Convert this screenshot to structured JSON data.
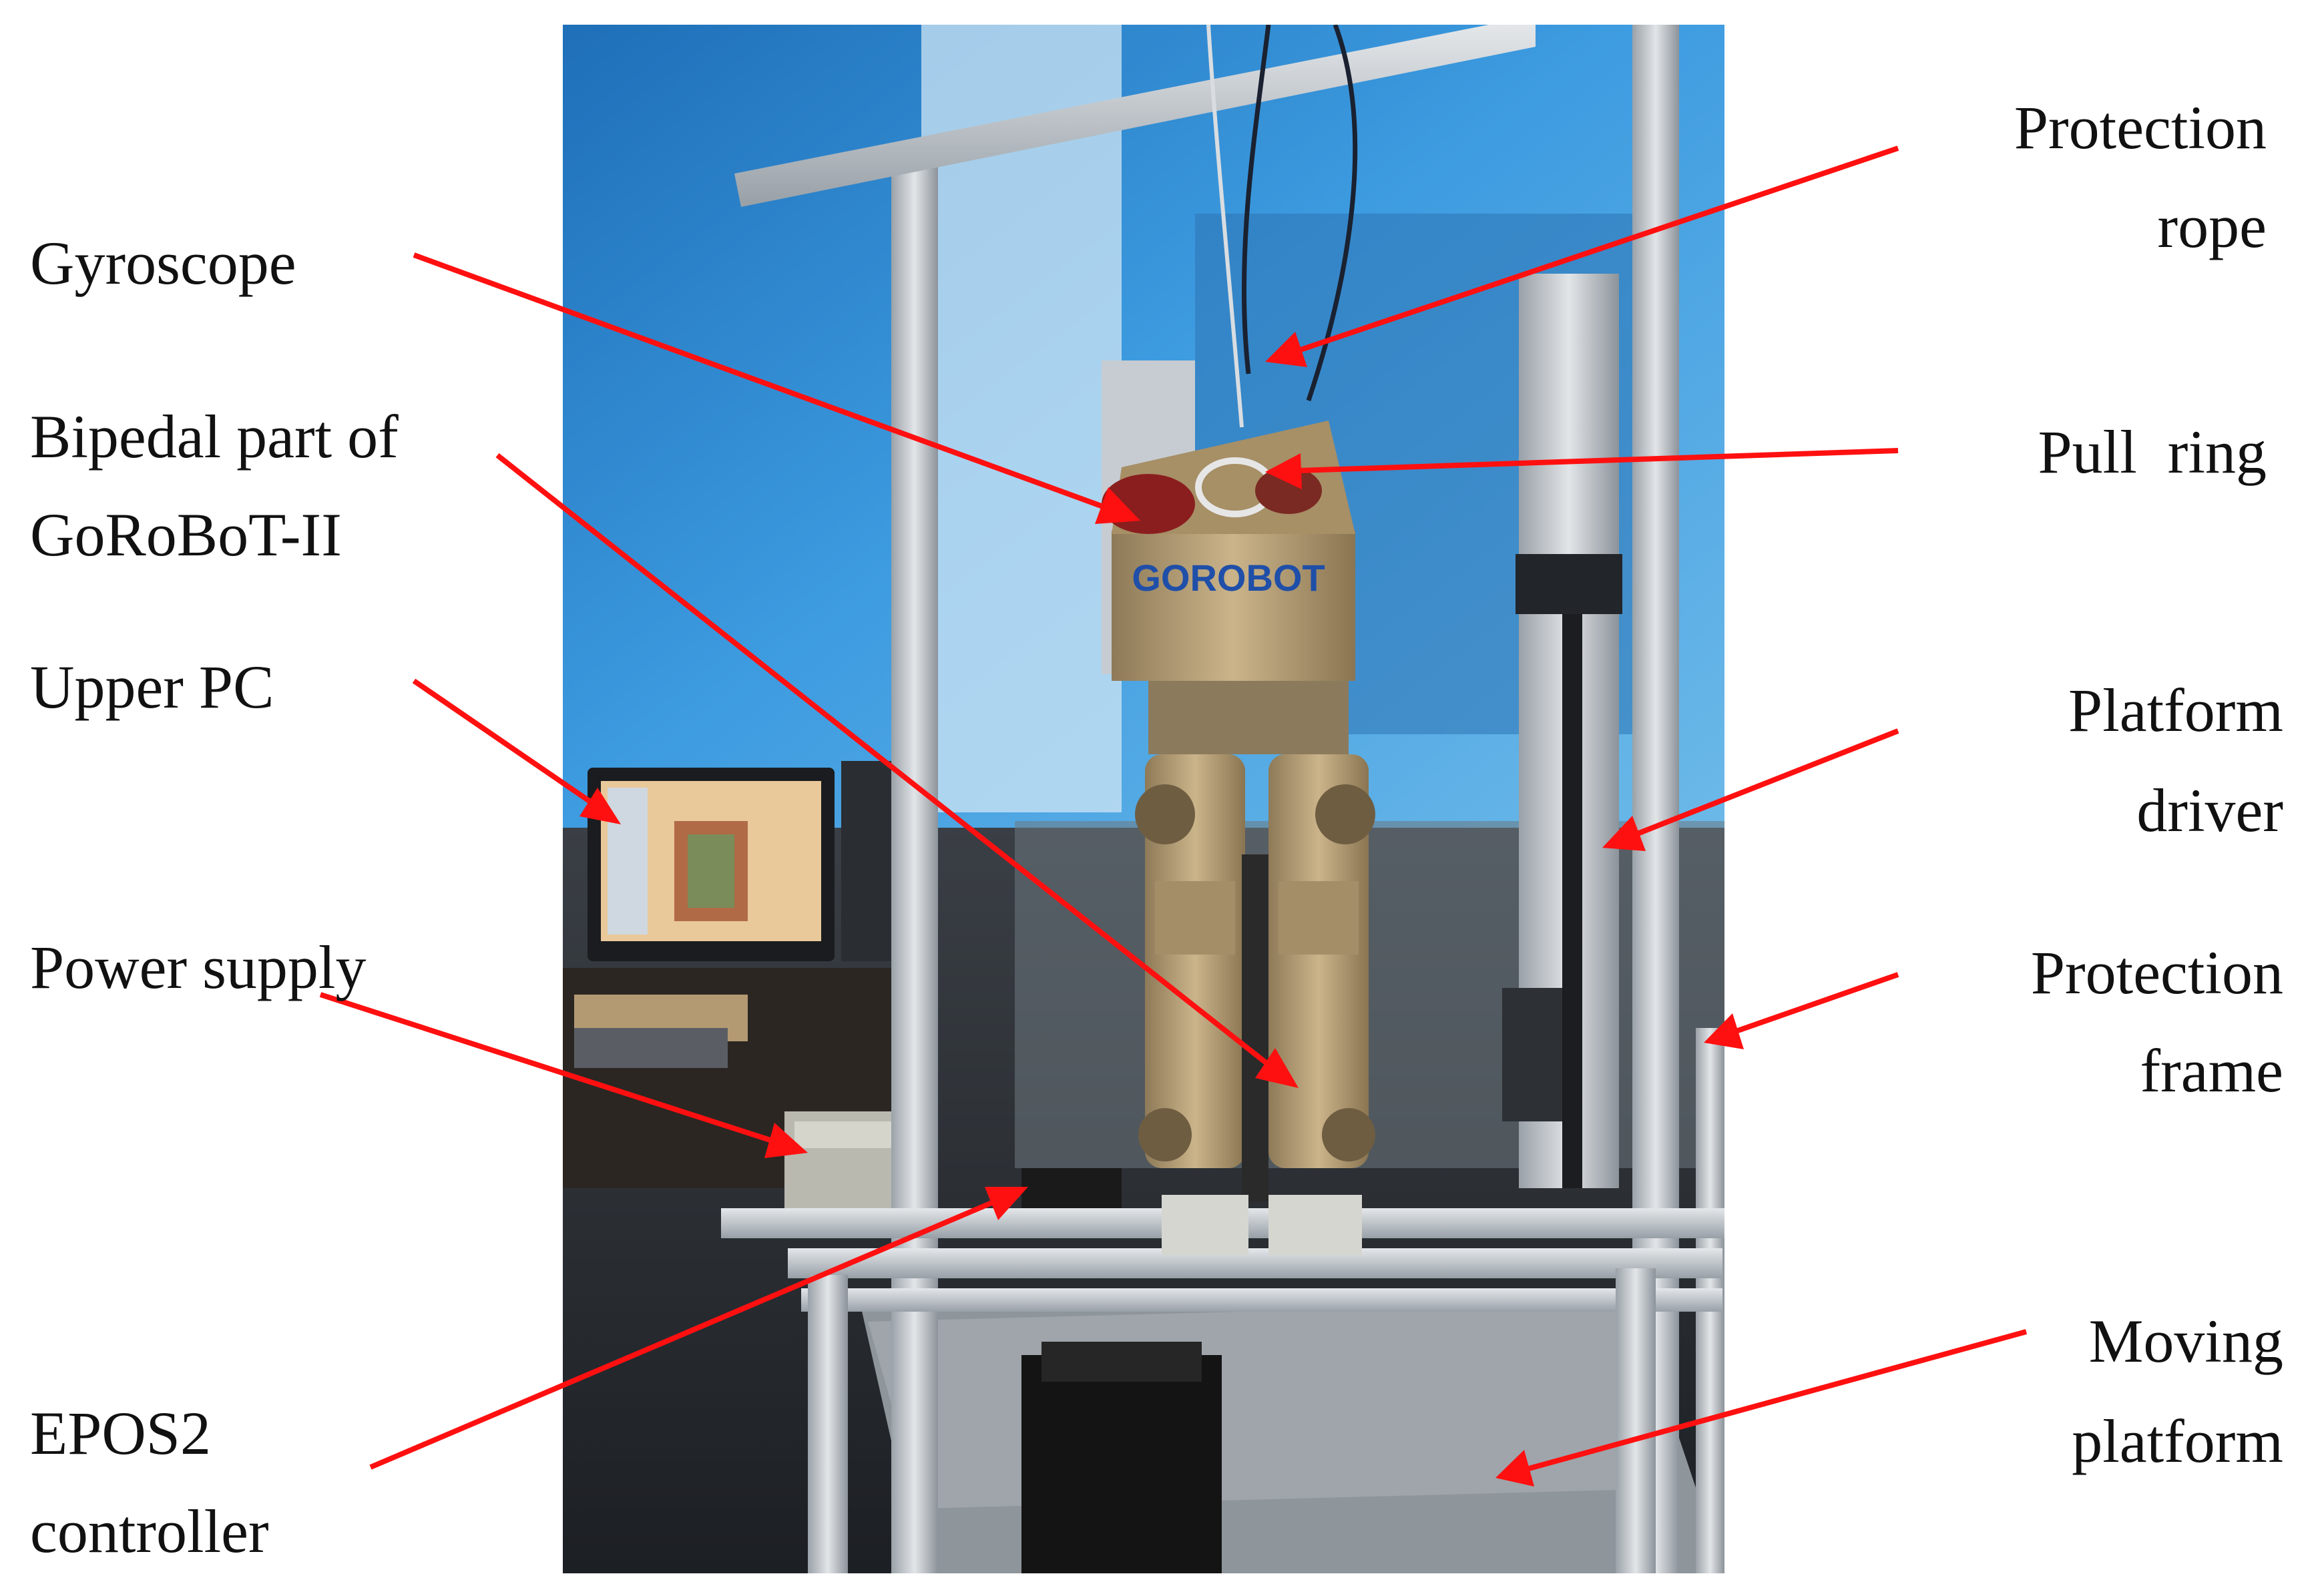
{
  "photo": {
    "subject": "bipedal robot GoRoBoT-II test rig",
    "robot_chest_text": "GOROBOT",
    "colors": {
      "wall": "#2f8fd6",
      "wall_light": "#bfe1f5",
      "frame": "#c9cdd2",
      "robot": "#b79f77",
      "arrow": "#ff1010"
    }
  },
  "labels": {
    "gyroscope": [
      "Gyroscope"
    ],
    "bipedal": [
      "Bipedal part of",
      "GoRoBoT-II"
    ],
    "upper_pc": [
      "Upper PC"
    ],
    "power_supply": [
      "Power supply"
    ],
    "epos2": [
      "EPOS2",
      "controller"
    ],
    "protection_rope": [
      "Protection",
      "rope"
    ],
    "pull_ring": [
      "Pull  ring"
    ],
    "platform_driver": [
      "Platform",
      "driver"
    ],
    "protection_frame": [
      "Protection",
      "frame"
    ],
    "moving_platform": [
      "Moving",
      "platform"
    ]
  }
}
